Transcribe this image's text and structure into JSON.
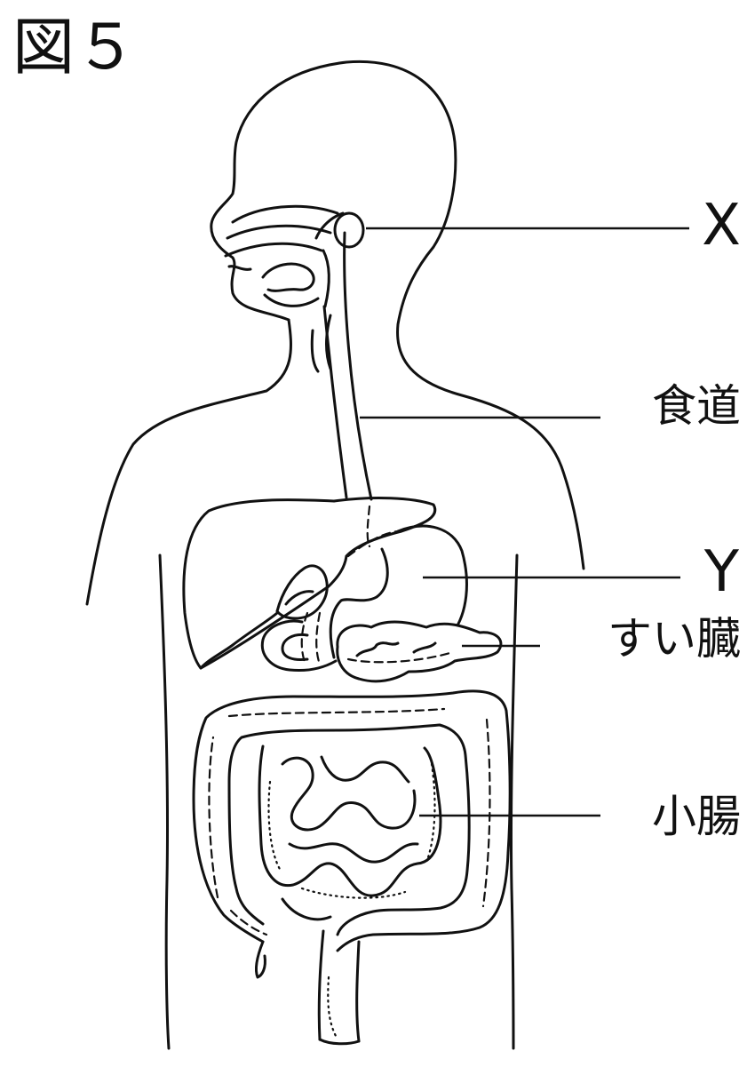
{
  "figure": {
    "title": "図５"
  },
  "labels": {
    "x": "X",
    "esophagus": "食道",
    "y": "Y",
    "pancreas": "すい臓",
    "small_intestine": "小腸"
  }
}
